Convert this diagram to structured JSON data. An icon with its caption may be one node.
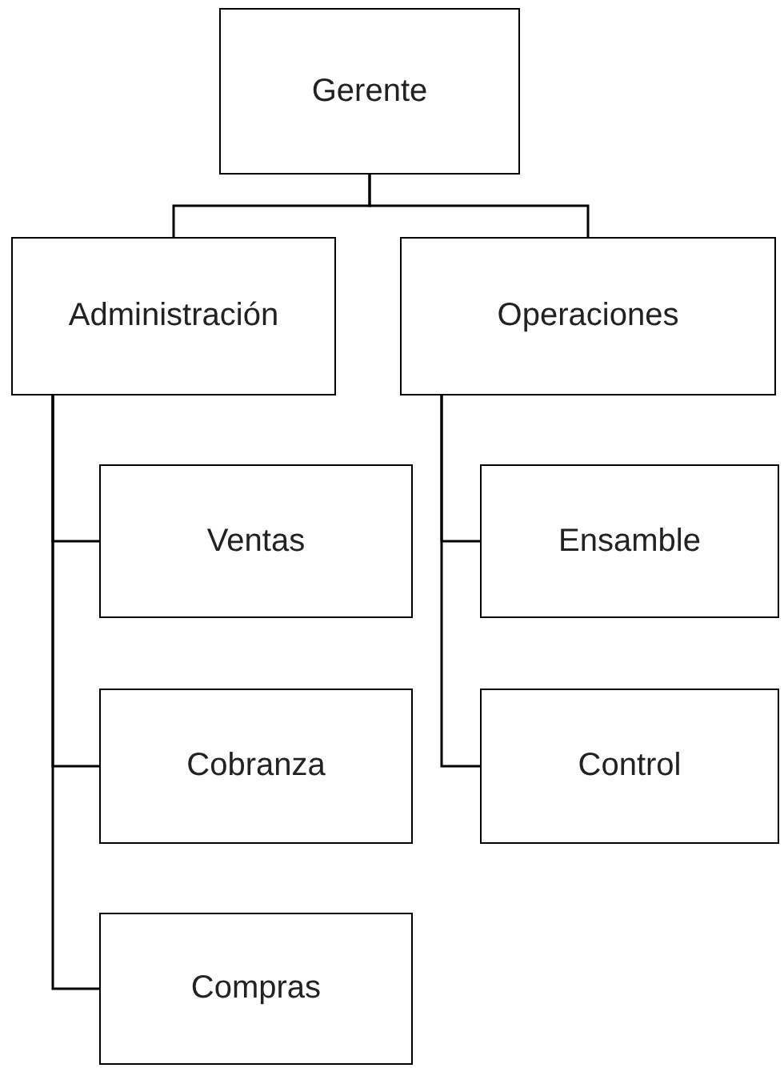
{
  "diagram": {
    "nodes": [
      {
        "text": [
          "Gerente"
        ]
      },
      {
        "text": [
          "Administración"
        ]
      },
      {
        "text": [
          "Operaciones"
        ]
      },
      {
        "text": [
          "Ventas"
        ]
      },
      {
        "text": [
          "Cobranza"
        ]
      },
      {
        "text": [
          "Compras"
        ]
      },
      {
        "text": [
          "Ensamble"
        ]
      },
      {
        "text": [
          "Control"
        ]
      }
    ],
    "edges": [
      {
        "from": 0,
        "to": 1,
        "arrow": "none"
      },
      {
        "from": 0,
        "to": 2,
        "arrow": "none"
      },
      {
        "from": 1,
        "to": 3,
        "arrow": "none"
      },
      {
        "from": 1,
        "to": 4,
        "arrow": "none"
      },
      {
        "from": 1,
        "to": 5,
        "arrow": "none"
      },
      {
        "from": 2,
        "to": 6,
        "arrow": "none"
      },
      {
        "from": 2,
        "to": 7,
        "arrow": "none"
      }
    ]
  }
}
